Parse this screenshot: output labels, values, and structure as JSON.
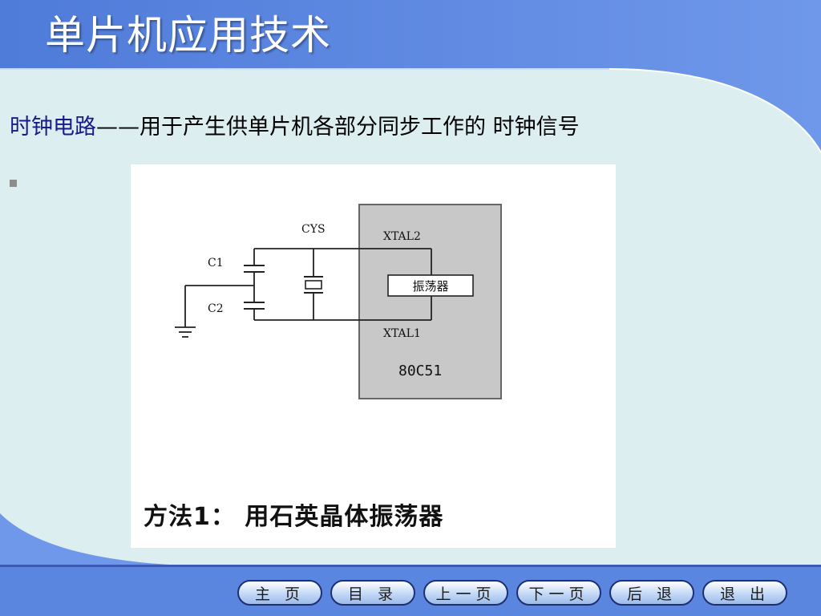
{
  "slide": {
    "title": "单片机应用技术",
    "subtitle_term": "时钟电路",
    "subtitle_rest": "——用于产生供单片机各部分同步工作的 时钟信号"
  },
  "figure": {
    "label_cys": "CYS",
    "label_c1": "C1",
    "label_c2": "C2",
    "label_xtal2": "XTAL2",
    "label_xtal1": "XTAL1",
    "label_oscillator": "振荡器",
    "label_chip": "80C51",
    "caption": "方法1：  用石英晶体振荡器"
  },
  "nav": {
    "home": "主 页",
    "contents": "目 录",
    "prev": "上一页",
    "next": "下一页",
    "back": "后 退",
    "exit": "退 出"
  },
  "colors": {
    "header_blue": "#5b86e0",
    "panel": "#dceef0",
    "chip_gray": "#c8c8c8",
    "subtitle_term": "#1a1a8c"
  }
}
